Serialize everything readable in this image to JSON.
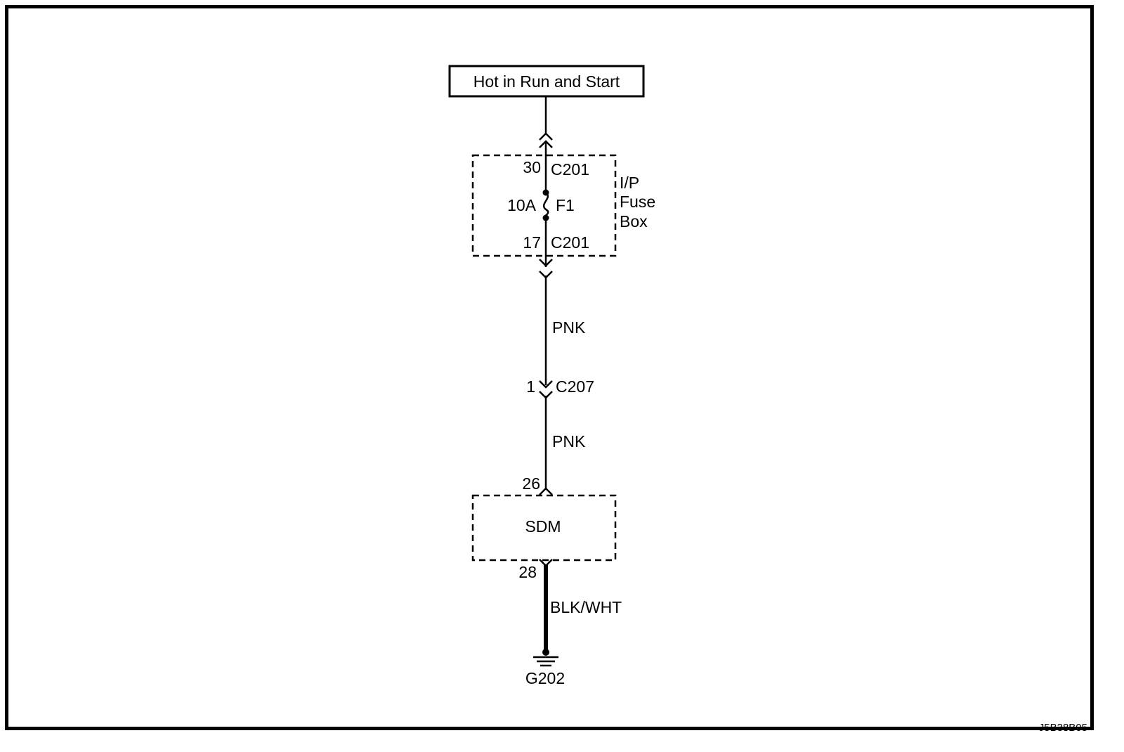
{
  "power_source": {
    "label": "Hot in Run and Start"
  },
  "fuse_box": {
    "name_lines": [
      "I/P",
      "Fuse",
      "Box"
    ],
    "input_pin": "30",
    "input_connector": "C201",
    "output_pin": "17",
    "output_connector": "C201",
    "fuse_rating": "10A",
    "fuse_id": "F1"
  },
  "wire_1": {
    "color": "PNK"
  },
  "inline_connector": {
    "pin": "1",
    "name": "C207"
  },
  "wire_2": {
    "color": "PNK"
  },
  "module": {
    "name": "SDM",
    "input_pin": "26",
    "output_pin": "28"
  },
  "ground_wire": {
    "color": "BLK/WHT"
  },
  "ground": {
    "name": "G202"
  },
  "figure_id": "J5B38B05"
}
